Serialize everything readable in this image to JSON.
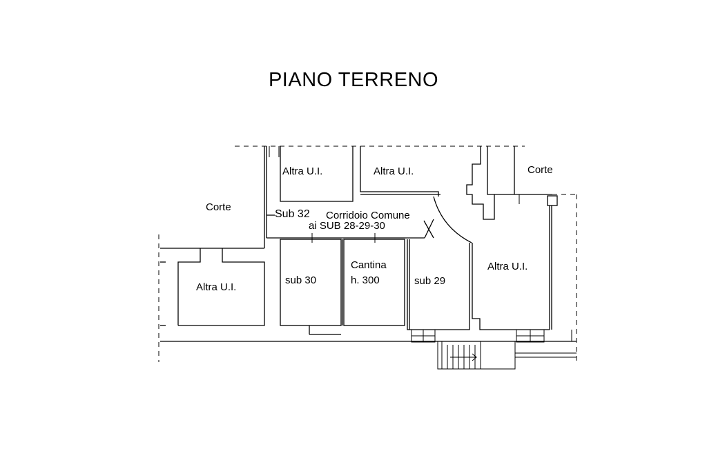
{
  "title": "PIANO TERRENO",
  "rooms": {
    "altra_ui_top_left": "Altra U.I.",
    "altra_ui_top_center": "Altra U.I.",
    "corte_top_right": "Corte",
    "corte_left": "Corte",
    "sub32": "Sub 32",
    "corridoio_line1": "Corridoio Comune",
    "corridoio_line2": "ai SUB 28-29-30",
    "altra_ui_left": "Altra U.I.",
    "sub30": "sub 30",
    "cantina_line1": "Cantina",
    "cantina_line2": "h. 300",
    "sub29": "sub 29",
    "altra_ui_right": "Altra U.I."
  },
  "colors": {
    "line": "#000000",
    "background": "#ffffff"
  }
}
